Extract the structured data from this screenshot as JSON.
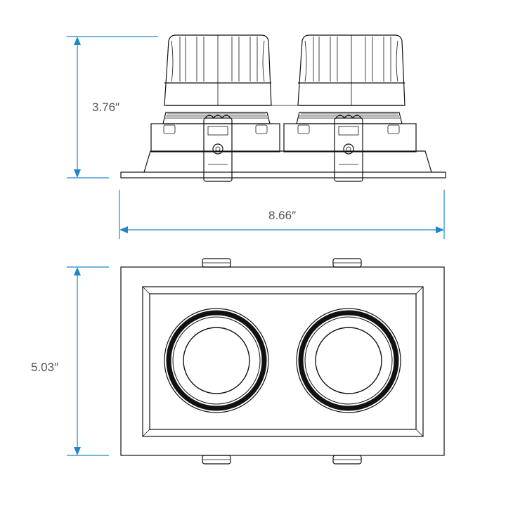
{
  "dimensions": {
    "height": "3.76″",
    "width": "8.66″",
    "depth": "5.03″"
  },
  "colors": {
    "dimension_line": "#1f86c8",
    "drawing_line": "#111111",
    "label_text": "#555555"
  }
}
